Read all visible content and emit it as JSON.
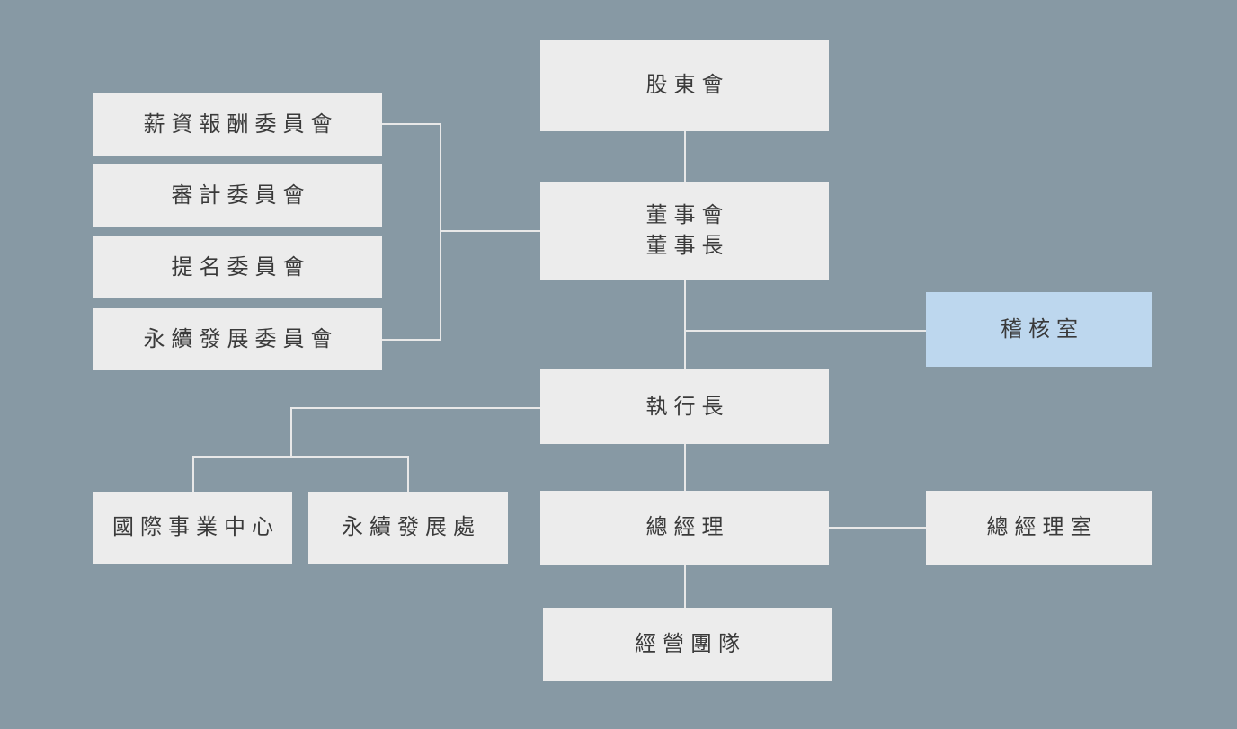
{
  "org_chart": {
    "nodes": {
      "shareholders": {
        "label": "股東會"
      },
      "board": {
        "line1": "董事會",
        "line2": "董事長"
      },
      "compensation_committee": {
        "label": "薪資報酬委員會"
      },
      "audit_committee": {
        "label": "審計委員會"
      },
      "nomination_committee": {
        "label": "提名委員會"
      },
      "sustainability_committee": {
        "label": "永續發展委員會"
      },
      "audit_office": {
        "label": "稽核室"
      },
      "ceo": {
        "label": "執行長"
      },
      "international_business_center": {
        "label": "國際事業中心"
      },
      "sustainability_division": {
        "label": "永續發展處"
      },
      "general_manager": {
        "label": "總經理"
      },
      "general_manager_office": {
        "label": "總經理室"
      },
      "management_team": {
        "label": "經營團隊"
      }
    },
    "colors": {
      "background": "#8799A4",
      "node_fill": "#ECECEC",
      "highlight_fill": "#BDD7EE",
      "node_text": "#3A3A3A",
      "connector": "#E8E8E8"
    }
  }
}
